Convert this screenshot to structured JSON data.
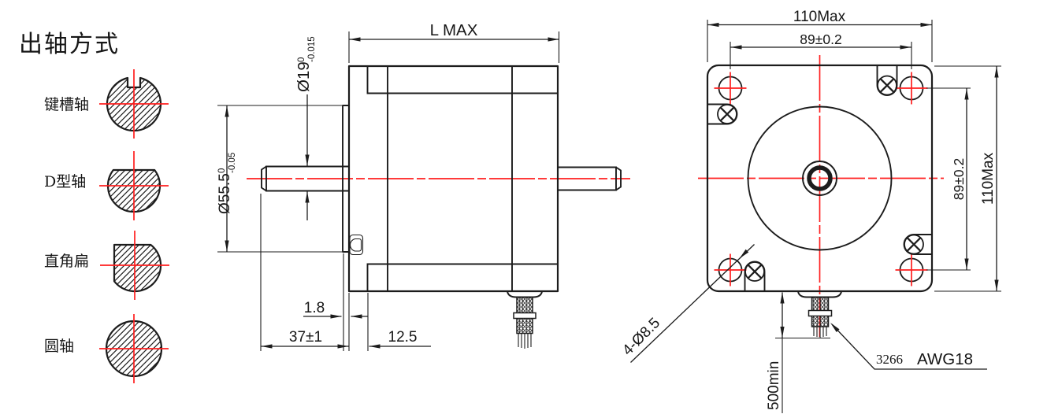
{
  "drawing": {
    "title": "出轴方式",
    "shaft_types": [
      {
        "type": "keyway",
        "label": "键槽轴"
      },
      {
        "type": "d-cut",
        "label": "D型轴"
      },
      {
        "type": "right-angle-flat",
        "label": "直角扁"
      },
      {
        "type": "round",
        "label": "圆轴"
      }
    ],
    "side_view": {
      "dim_length": "L MAX",
      "dim_shaft_dia": {
        "prefix": "Ø19",
        "upper": "0",
        "lower": "-0.015"
      },
      "dim_pilot_dia": {
        "prefix": "Ø55.5",
        "upper": "0",
        "lower": "-0.05"
      },
      "dim_boss": "1.8",
      "dim_shaft_len": "37±1",
      "dim_flange": "12.5"
    },
    "front_view": {
      "dim_width": "110Max",
      "dim_holes_h": "89±0.2",
      "dim_holes_v": "89±0.2",
      "dim_height": "110Max",
      "dim_hole_size": "4-Ø8.5",
      "dim_cable": "500min",
      "cable_code": "3266",
      "cable_gauge": "AWG18"
    },
    "colors": {
      "line": "#1c1c1c",
      "centerline": "#ff1f1f",
      "background": "#ffffff"
    }
  }
}
